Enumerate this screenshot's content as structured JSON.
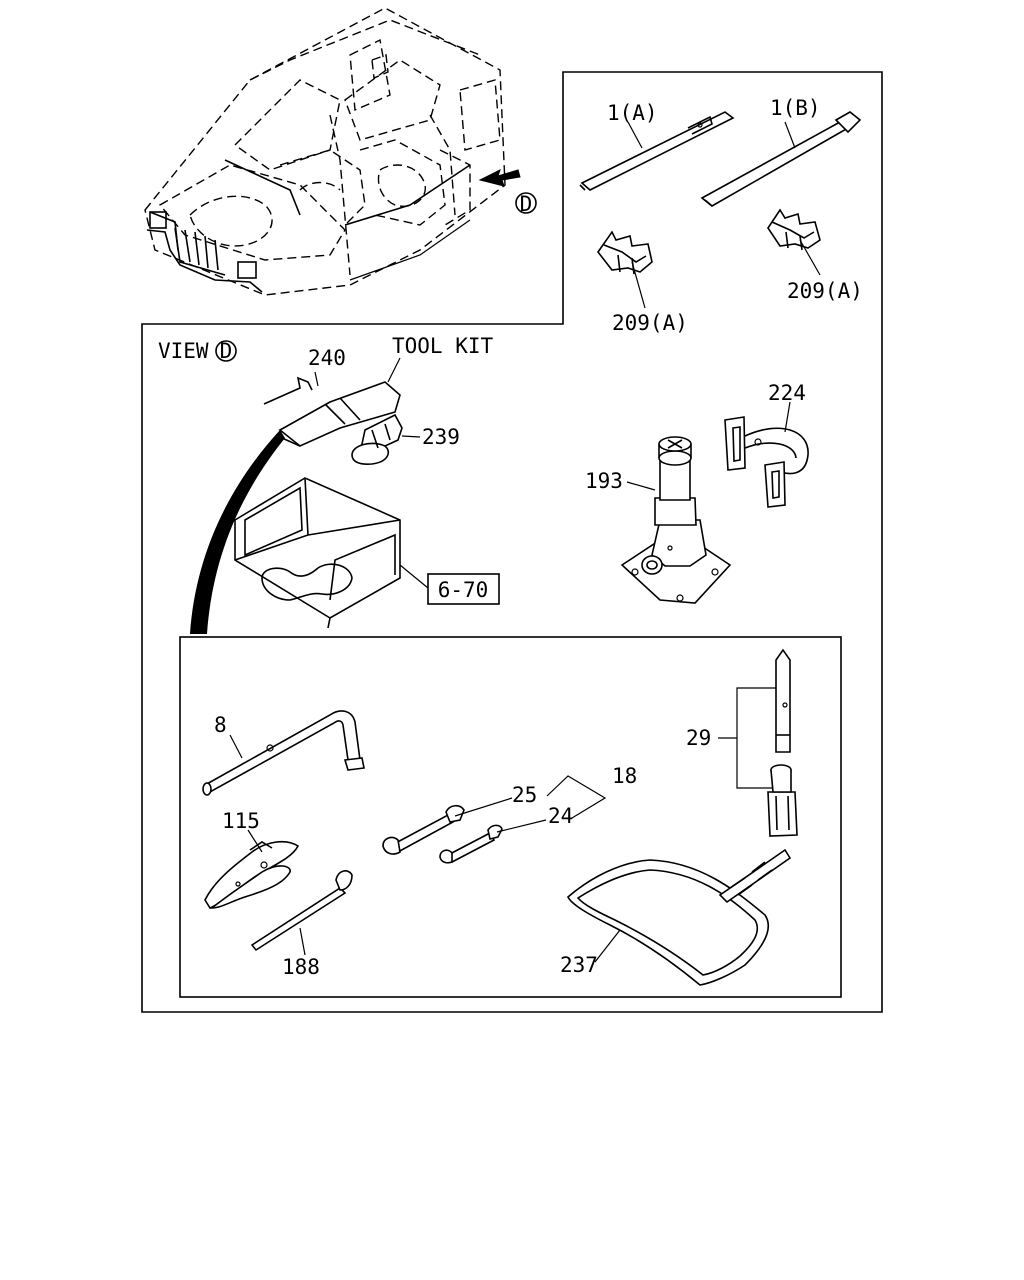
{
  "labels": {
    "view": "VIEW",
    "view_marker": "D",
    "body_marker": "D",
    "tool_kit": "TOOL KIT",
    "p1a": "1(A)",
    "p1b": "1(B)",
    "p209a_left": "209(A)",
    "p209a_right": "209(A)",
    "p240": "240",
    "p239": "239",
    "p224": "224",
    "p193": "193",
    "p670": "6-70",
    "p8": "8",
    "p25": "25",
    "p18": "18",
    "p24": "24",
    "p29": "29",
    "p115": "115",
    "p188": "188",
    "p237": "237"
  }
}
